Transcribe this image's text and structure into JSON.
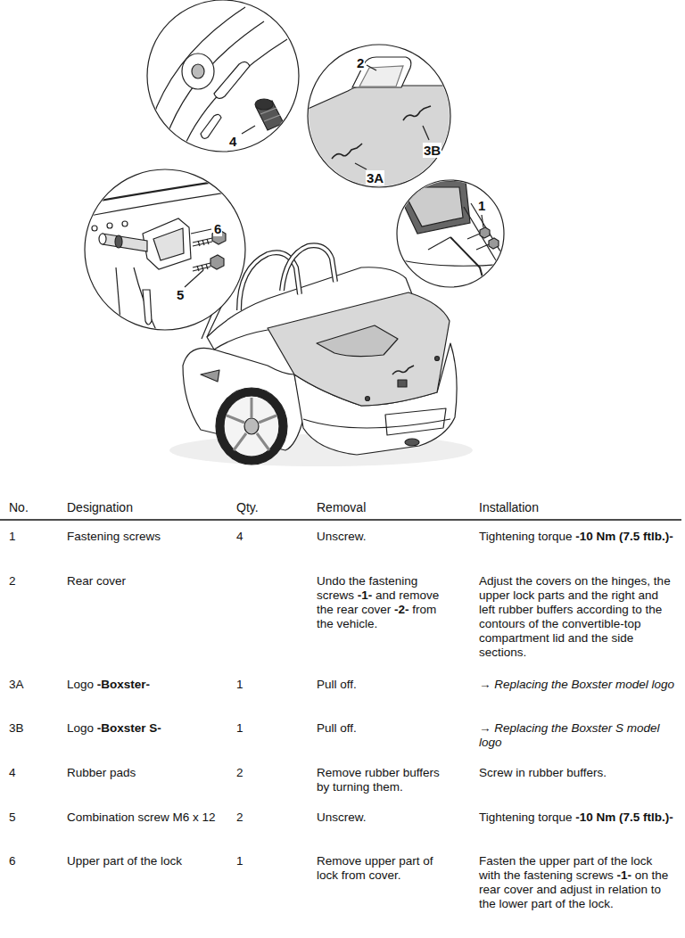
{
  "diagram": {
    "labels": [
      "2",
      "4",
      "3B",
      "3A",
      "1",
      "6",
      "5",
      "No.",
      "Designation",
      "Qty.",
      "Removal",
      "Installation",
      "1",
      "Fastening screws",
      "4",
      "Unscrew.",
      "Tightening torque -10 Nm (7.5 ftlb.)-",
      "2",
      "Rear cover",
      "Undo the fastening screws -1- and remove the rear cover -2- from the vehicle.",
      "Adjust the covers on the hinges, the upper lock parts and the right and left rubber buffers according to the contours of the convertible-top compartment lid and the side sections.",
      "3A",
      "Logo -Boxster-",
      "1",
      "Pull off.",
      "→ Replacing the Boxster model logo",
      "3B",
      "Logo -Boxster S-",
      "1",
      "Pull off.",
      "→ Replacing the Boxster S model logo",
      "4",
      "Rubber pads",
      "2",
      "Remove rubber buffers by turning them.",
      "Screw in rubber buffers.",
      "5",
      "Combination screw M6 x 12",
      "2",
      "Unscrew.",
      "Tightening torque -10 Nm (7.5 ftlb.)-",
      "6",
      "Upper part of the lock",
      "1",
      "Remove upper part of lock from cover.",
      "Fasten the upper part of the lock with the fastening screws -1- on the rear cover and adjust in relation to the lower part of the lock."
    ]
  }
}
